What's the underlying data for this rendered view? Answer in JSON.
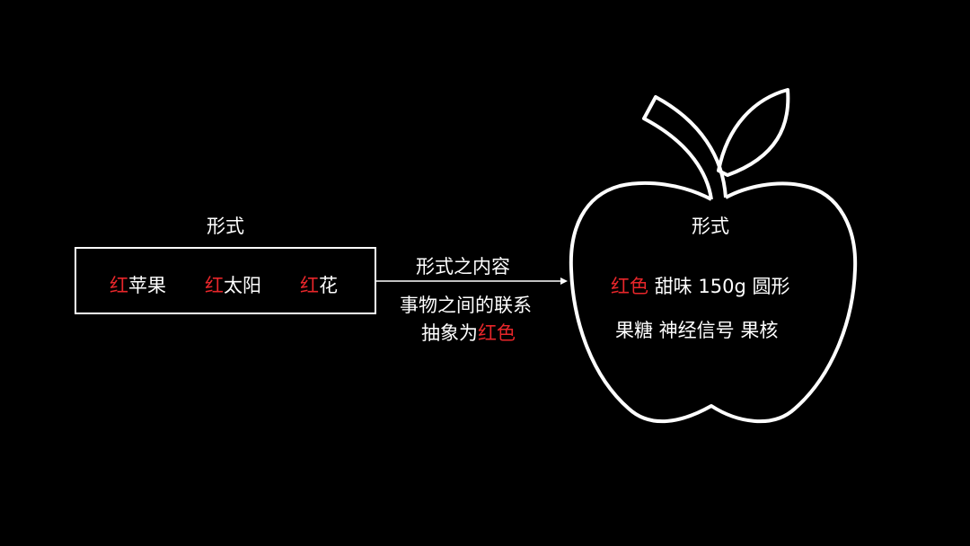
{
  "left": {
    "title": "形式",
    "items": [
      {
        "red": "红",
        "rest": "苹果"
      },
      {
        "red": "红",
        "rest": "太阳"
      },
      {
        "red": "红",
        "rest": "花"
      }
    ]
  },
  "arrow": {
    "above": "形式之内容",
    "below_line1": "事物之间的联系",
    "below_line2_prefix": "抽象为",
    "below_line2_red": "红色"
  },
  "apple": {
    "title": "形式",
    "line1_red": "红色",
    "line1_rest": "甜味 150g 圆形",
    "line2": "果糖 神经信号 果核"
  },
  "colors": {
    "accent": "#e8262a",
    "background": "#000000",
    "foreground": "#ffffff"
  }
}
